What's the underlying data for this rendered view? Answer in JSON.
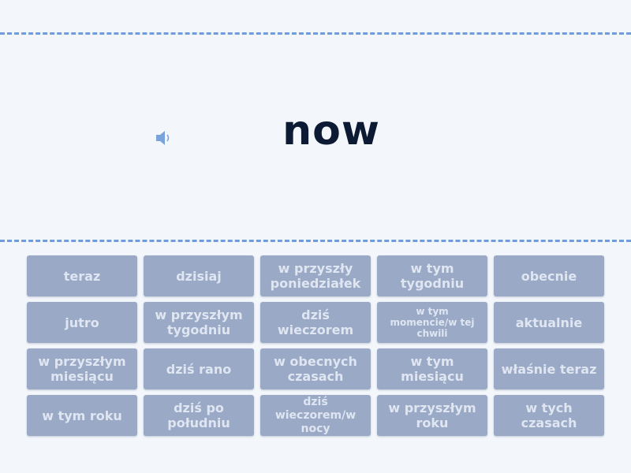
{
  "prompt": {
    "word": "now",
    "speaker_icon": "speaker-icon"
  },
  "tiles": [
    "teraz",
    "dzisiaj",
    "w przyszły poniedziałek",
    "w tym tygodniu",
    "obecnie",
    "jutro",
    "w przyszłym tygodniu",
    "dziś wieczorem",
    "w tym momencie/w tej chwili",
    "aktualnie",
    "w przyszłym miesiącu",
    "dziś rano",
    "w obecnych czasach",
    "w tym miesiącu",
    "właśnie teraz",
    "w tym roku",
    "dziś po południu",
    "dziś wieczorem/w nocy",
    "w przyszłym roku",
    "w tych czasach"
  ],
  "colors": {
    "background": "#f3f7fb",
    "dash": "#6f9ddb",
    "tile": "#9aa9c6",
    "tile_text": "#dfe6f2",
    "word": "#0c1b33"
  }
}
